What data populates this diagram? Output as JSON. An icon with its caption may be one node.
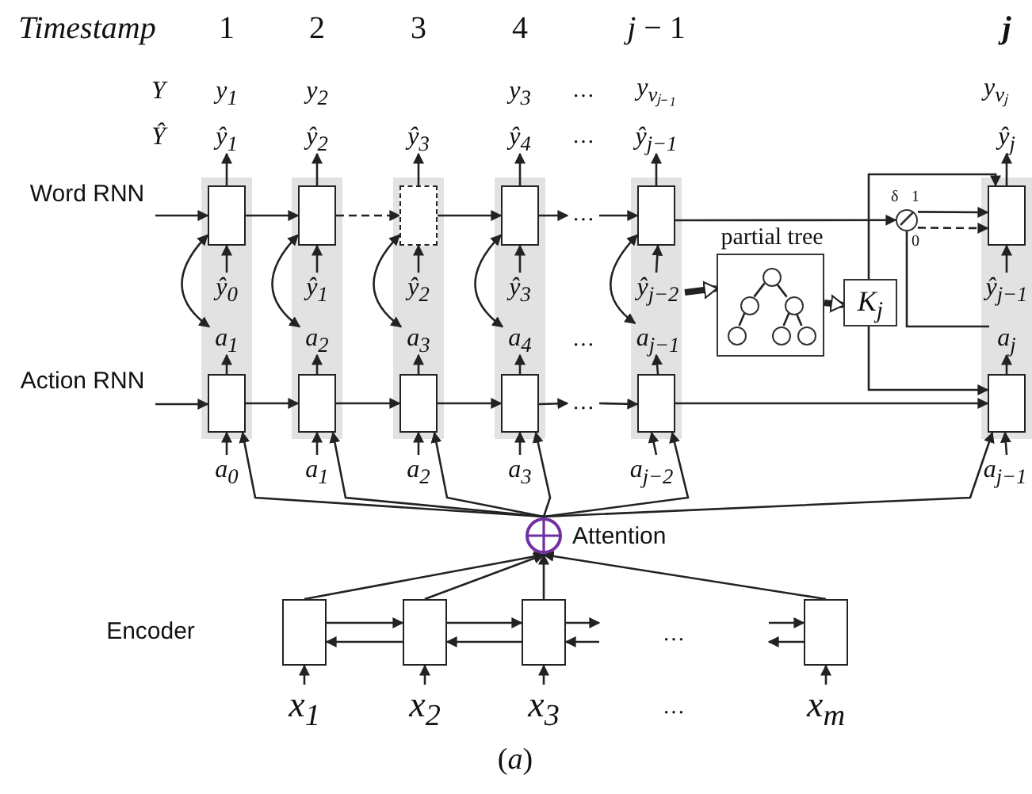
{
  "diagram": {
    "caption": "(*a*)",
    "nodes": [
      {
        "text": [
          "ŷ$_{1}$"
        ]
      },
      {
        "text": [
          "ŷ$_{2}$"
        ]
      },
      {
        "text": [
          "ŷ$_{3}$"
        ]
      },
      {
        "text": [
          "ŷ$_{4}$"
        ]
      },
      {
        "text": [
          "ŷ$_{j−1}$"
        ]
      },
      {
        "text": [
          "ŷ$_{j}$"
        ]
      },
      {
        "text": [],
        "shape": "box"
      },
      {
        "text": [],
        "shape": "box",
        "in": 6
      },
      {
        "text": [
          "ŷ$_{0}$"
        ],
        "in": 6
      },
      {
        "text": [
          "a$_{1}$"
        ],
        "in": 6
      },
      {
        "text": [],
        "shape": "box",
        "in": 6
      },
      {
        "text": [],
        "shape": "box"
      },
      {
        "text": [],
        "shape": "box",
        "in": 11
      },
      {
        "text": [
          "ŷ$_{1}$"
        ],
        "in": 11
      },
      {
        "text": [
          "a$_{2}$"
        ],
        "in": 11
      },
      {
        "text": [],
        "shape": "box",
        "in": 11
      },
      {
        "text": [],
        "shape": "box"
      },
      {
        "text": [],
        "shape": "box",
        "in": 16
      },
      {
        "text": [
          "ŷ$_{2}$"
        ],
        "in": 16
      },
      {
        "text": [
          "a$_{3}$"
        ],
        "in": 16
      },
      {
        "text": [],
        "shape": "box",
        "in": 16
      },
      {
        "text": [],
        "shape": "box"
      },
      {
        "text": [],
        "shape": "box",
        "in": 21
      },
      {
        "text": [
          "ŷ$_{3}$"
        ],
        "in": 21
      },
      {
        "text": [
          "a$_{4}$"
        ],
        "in": 21
      },
      {
        "text": [],
        "shape": "box",
        "in": 21
      },
      {
        "text": [],
        "shape": "box"
      },
      {
        "text": [],
        "shape": "box",
        "in": 26
      },
      {
        "text": [
          "ŷ$_{j−2}$"
        ],
        "in": 26
      },
      {
        "text": [
          "a$_{j−1}$"
        ],
        "in": 26
      },
      {
        "text": [],
        "shape": "box",
        "in": 26
      },
      {
        "text": [],
        "shape": "box"
      },
      {
        "text": [],
        "shape": "box",
        "in": 31
      },
      {
        "text": [
          "ŷ$_{j−1}$"
        ],
        "in": 31
      },
      {
        "text": [
          "a$_{j}$"
        ],
        "in": 31
      },
      {
        "text": [],
        "shape": "box",
        "in": 31
      },
      {
        "text": [
          "partial tree"
        ]
      },
      {
        "text": [],
        "shape": "circle",
        "in": 36
      },
      {
        "text": [],
        "shape": "circle",
        "in": 36
      },
      {
        "text": [],
        "shape": "circle",
        "in": 36
      },
      {
        "text": [],
        "shape": "circle",
        "in": 36
      },
      {
        "text": [],
        "shape": "circle",
        "in": 36
      },
      {
        "text": [],
        "shape": "circle",
        "in": 36
      },
      {
        "text": [
          "K$_{j}$"
        ]
      },
      {
        "text": [],
        "shape": "circle",
        "beside": [
          "δ",
          "1",
          "0"
        ]
      },
      {
        "text": [
          "a$_{0}$"
        ]
      },
      {
        "text": [
          "a$_{1}$"
        ]
      },
      {
        "text": [
          "a$_{2}$"
        ]
      },
      {
        "text": [
          "a$_{3}$"
        ]
      },
      {
        "text": [
          "a$_{j−2}$"
        ]
      },
      {
        "text": [
          "a$_{j−1}$"
        ]
      },
      {
        "text": [],
        "shape": "circle",
        "beside": [
          "Attention"
        ]
      },
      {
        "text": [],
        "shape": "box"
      },
      {
        "text": [],
        "shape": "box"
      },
      {
        "text": [],
        "shape": "box"
      },
      {
        "text": [],
        "shape": "box"
      },
      {
        "text": [
          "x$_{1}$"
        ]
      },
      {
        "text": [
          "x$_{2}$"
        ]
      },
      {
        "text": [
          "x$_{3}$"
        ]
      },
      {
        "text": [
          "x$_{m}$"
        ]
      },
      {
        "text": [
          "…"
        ]
      },
      {
        "text": [
          "…"
        ]
      }
    ],
    "edges": [
      {
        "from": null,
        "to": 7,
        "arrow": "to"
      },
      {
        "from": 7,
        "to": 12,
        "arrow": "to"
      },
      {
        "from": 12,
        "to": 17,
        "arrow": "to",
        "style": "dashed"
      },
      {
        "from": 17,
        "to": 22,
        "arrow": "to"
      },
      {
        "from": 22,
        "to": 60,
        "arrow": "to"
      },
      {
        "from": 60,
        "to": 27,
        "arrow": "to"
      },
      {
        "from": 27,
        "to": 44,
        "arrow": "to"
      },
      {
        "from": 44,
        "to": 32,
        "arrow": "to"
      },
      {
        "from": 44,
        "to": 32,
        "arrow": "to",
        "style": "dashed"
      },
      {
        "from": 44,
        "to": 34,
        "arrow": "none"
      },
      {
        "from": 43,
        "to": 32,
        "arrow": "to"
      },
      {
        "from": 43,
        "to": 35,
        "arrow": "to"
      },
      {
        "from": 28,
        "to": 36,
        "arrow": "to",
        "style": "thick"
      },
      {
        "from": 36,
        "to": 43,
        "arrow": "to",
        "style": "thick"
      },
      {
        "from": 7,
        "to": 0,
        "arrow": "to"
      },
      {
        "from": 8,
        "to": 7,
        "arrow": "to"
      },
      {
        "from": 7,
        "to": 9,
        "arrow": "both"
      },
      {
        "from": 10,
        "to": 9,
        "arrow": "to"
      },
      {
        "from": 45,
        "to": 10,
        "arrow": "to"
      },
      {
        "from": 51,
        "to": 10,
        "arrow": "to"
      },
      {
        "from": 12,
        "to": 1,
        "arrow": "to"
      },
      {
        "from": 13,
        "to": 12,
        "arrow": "to"
      },
      {
        "from": 12,
        "to": 14,
        "arrow": "both"
      },
      {
        "from": 15,
        "to": 14,
        "arrow": "to"
      },
      {
        "from": 46,
        "to": 15,
        "arrow": "to"
      },
      {
        "from": 51,
        "to": 15,
        "arrow": "to"
      },
      {
        "from": 17,
        "to": 2,
        "arrow": "to"
      },
      {
        "from": 18,
        "to": 17,
        "arrow": "to"
      },
      {
        "from": 17,
        "to": 19,
        "arrow": "both"
      },
      {
        "from": 20,
        "to": 19,
        "arrow": "to"
      },
      {
        "from": 47,
        "to": 20,
        "arrow": "to"
      },
      {
        "from": 51,
        "to": 20,
        "arrow": "to"
      },
      {
        "from": 22,
        "to": 3,
        "arrow": "to"
      },
      {
        "from": 23,
        "to": 22,
        "arrow": "to"
      },
      {
        "from": 22,
        "to": 24,
        "arrow": "both"
      },
      {
        "from": 25,
        "to": 24,
        "arrow": "to"
      },
      {
        "from": 48,
        "to": 25,
        "arrow": "to"
      },
      {
        "from": 51,
        "to": 25,
        "arrow": "to"
      },
      {
        "from": 27,
        "to": 4,
        "arrow": "to"
      },
      {
        "from": 28,
        "to": 27,
        "arrow": "to"
      },
      {
        "from": 27,
        "to": 29,
        "arrow": "both"
      },
      {
        "from": 30,
        "to": 29,
        "arrow": "to"
      },
      {
        "from": 49,
        "to": 30,
        "arrow": "to"
      },
      {
        "from": 51,
        "to": 30,
        "arrow": "to"
      },
      {
        "from": 32,
        "to": 5,
        "arrow": "to"
      },
      {
        "from": 33,
        "to": 32,
        "arrow": "to"
      },
      {
        "from": 35,
        "to": 34,
        "arrow": "to"
      },
      {
        "from": 50,
        "to": 35,
        "arrow": "to"
      },
      {
        "from": 51,
        "to": 35,
        "arrow": "to"
      },
      {
        "from": null,
        "to": 10,
        "arrow": "to"
      },
      {
        "from": 10,
        "to": 15,
        "arrow": "to"
      },
      {
        "from": 15,
        "to": 20,
        "arrow": "to"
      },
      {
        "from": 20,
        "to": 25,
        "arrow": "to"
      },
      {
        "from": 25,
        "to": 61,
        "arrow": "to"
      },
      {
        "from": 61,
        "to": 30,
        "arrow": "to"
      },
      {
        "from": 30,
        "to": 35,
        "arrow": "to"
      },
      {
        "from": 37,
        "to": 38,
        "arrow": "none"
      },
      {
        "from": 37,
        "to": 39,
        "arrow": "none"
      },
      {
        "from": 38,
        "to": 40,
        "arrow": "none"
      },
      {
        "from": 39,
        "to": 41,
        "arrow": "none"
      },
      {
        "from": 39,
        "to": 42,
        "arrow": "none"
      },
      {
        "from": 52,
        "to": 51,
        "arrow": "to"
      },
      {
        "from": 53,
        "to": 51,
        "arrow": "to"
      },
      {
        "from": 54,
        "to": 51,
        "arrow": "to"
      },
      {
        "from": 55,
        "to": 51,
        "arrow": "to"
      },
      {
        "from": 52,
        "to": 53,
        "arrow": "to"
      },
      {
        "from": 53,
        "to": 52,
        "arrow": "to"
      },
      {
        "from": 53,
        "to": 54,
        "arrow": "to"
      },
      {
        "from": 54,
        "to": 53,
        "arrow": "to"
      },
      {
        "from": 54,
        "to": null,
        "arrow": "to"
      },
      {
        "from": null,
        "to": 54,
        "arrow": "to"
      },
      {
        "from": null,
        "to": 55,
        "arrow": "to"
      },
      {
        "from": 55,
        "to": null,
        "arrow": "to"
      },
      {
        "from": 56,
        "to": 52,
        "arrow": "to"
      },
      {
        "from": 57,
        "to": 53,
        "arrow": "to"
      },
      {
        "from": 58,
        "to": 54,
        "arrow": "to"
      },
      {
        "from": 59,
        "to": 55,
        "arrow": "to"
      }
    ],
    "labels": [
      "Timestamp",
      "1",
      "2",
      "3",
      "4",
      "*j* − 1",
      "j",
      "Y",
      "y$_{1}$",
      "y$_{2}$",
      "y$_{3}$",
      "…",
      "y$_{vⱼ₋₁}$",
      "y$_{vⱼ}$",
      "Ŷ",
      "…",
      "Word RNN",
      "…",
      "Action RNN",
      "Encoder",
      "…",
      "…"
    ]
  }
}
